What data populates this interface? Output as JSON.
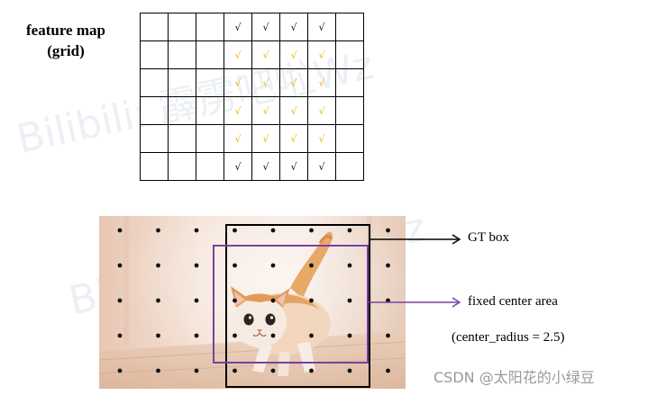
{
  "feature_map": {
    "label_line1": "feature map",
    "label_line2": "(grid)",
    "check_glyph": "√",
    "rows": [
      [
        "",
        "",
        "",
        "√",
        "√",
        "√",
        "√",
        ""
      ],
      [
        "",
        "",
        "",
        "√",
        "√",
        "√",
        "√",
        ""
      ],
      [
        "",
        "",
        "",
        "√",
        "√",
        "√",
        "√",
        ""
      ],
      [
        "",
        "",
        "",
        "√",
        "√",
        "√",
        "√",
        ""
      ],
      [
        "",
        "",
        "",
        "√",
        "√",
        "√",
        "√",
        ""
      ],
      [
        "",
        "",
        "",
        "√",
        "√",
        "√",
        "√",
        ""
      ]
    ],
    "highlighted_rows": [
      1,
      2,
      3,
      4
    ]
  },
  "image": {
    "subject": "kitten photo",
    "dot_rows": 5,
    "dot_cols": 8
  },
  "annotations": {
    "gt_box": "GT box",
    "fixed_center_area": "fixed center area",
    "center_radius": "(center_radius = 2.5)"
  },
  "watermark": {
    "text": "Bilibili: 霹雳吧啦Wz"
  },
  "credit": "CSDN @太阳花的小绿豆",
  "colors": {
    "gt_box": "#000000",
    "center_area": "#7a3fa5",
    "check_highlight": "#f0b400",
    "check_normal": "#111111",
    "dot": "#111111",
    "watermark": "#b8c8dc"
  }
}
